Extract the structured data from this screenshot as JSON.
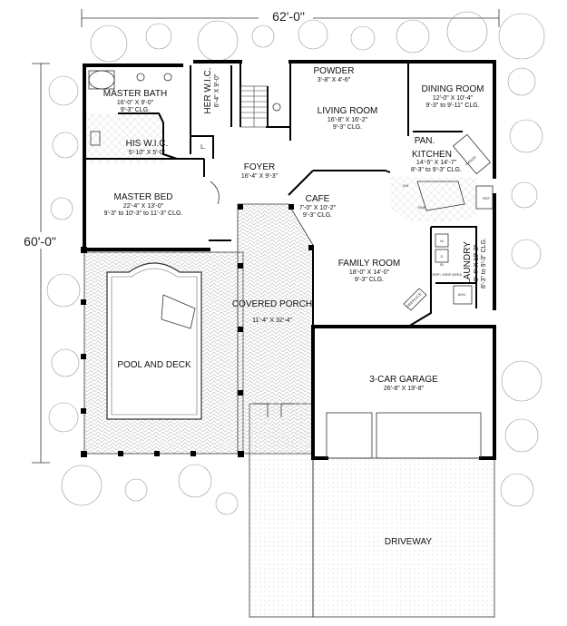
{
  "dimensions": {
    "width": "62'-0\"",
    "depth": "60'-0\""
  },
  "rooms": {
    "master_bath": {
      "name": "MASTER BATH",
      "size": "16'-0\" X 9'-0\"",
      "ceiling": "9'-3\" CLG."
    },
    "her_wic": {
      "name": "HER W.I.C.",
      "size": "6'-4\" X 9'-0\""
    },
    "his_wic": {
      "name": "HIS W.I.C.",
      "size": "5'-10\" X 5'-0\""
    },
    "linen": {
      "name": "L."
    },
    "powder": {
      "name": "POWDER",
      "size": "3'-8\" X 4'-6\""
    },
    "living_room": {
      "name": "LIVING ROOM",
      "size": "16'-8\" X 16'-2\"",
      "ceiling": "9'-3\" CLG."
    },
    "dining_room": {
      "name": "DINING ROOM",
      "size": "12'-0\" X 10'-4\"",
      "ceiling": "9'-3\" to 9'-11\" CLG."
    },
    "pantry": {
      "name": "PAN."
    },
    "kitchen": {
      "name": "KITCHEN",
      "size": "14'-5\" X 14'-7\"",
      "ceiling": "8'-3\" to 9'-3\" CLG."
    },
    "foyer": {
      "name": "FOYER",
      "size": "16'-4\" X 9'-3\""
    },
    "master_bed": {
      "name": "MASTER BED",
      "size": "22'-4\" X 13'-0\"",
      "ceiling": "9'-3\" to 10'-3\" to 11'-3\" CLG."
    },
    "cafe": {
      "name": "CAFE",
      "size": "7'-0\" X 10'-2\"",
      "ceiling": "9'-3\" CLG."
    },
    "family_room": {
      "name": "FAMILY ROOM",
      "size": "18'-0\" X 14'-0\"",
      "ceiling": "9'-3\" CLG."
    },
    "laundry": {
      "name": "LAUNDRY",
      "size": "8'-4\" X 10'-2\"",
      "ceiling": "8'-3\" to 9'-3\" CLG."
    },
    "covered_porch": {
      "name": "COVERED PORCH",
      "size": "11'-4\" X 32'-4\""
    },
    "pool_deck": {
      "name": "POOL AND DECK"
    },
    "garage": {
      "name": "3-CAR GARAGE",
      "size": "26'-8\" X 19'-8\""
    },
    "driveway": {
      "name": "DRIVEWAY"
    }
  },
  "fixtures": {
    "range": "RANGE",
    "dw": "DW",
    "ref": "REF",
    "sink": "SINK",
    "fireplace": "FIREPLACE",
    "drip_area": "DRIP / DRIP AREA",
    "ahu": "AHU",
    "washer": "W",
    "dryer": "D",
    "bi": "BI"
  }
}
